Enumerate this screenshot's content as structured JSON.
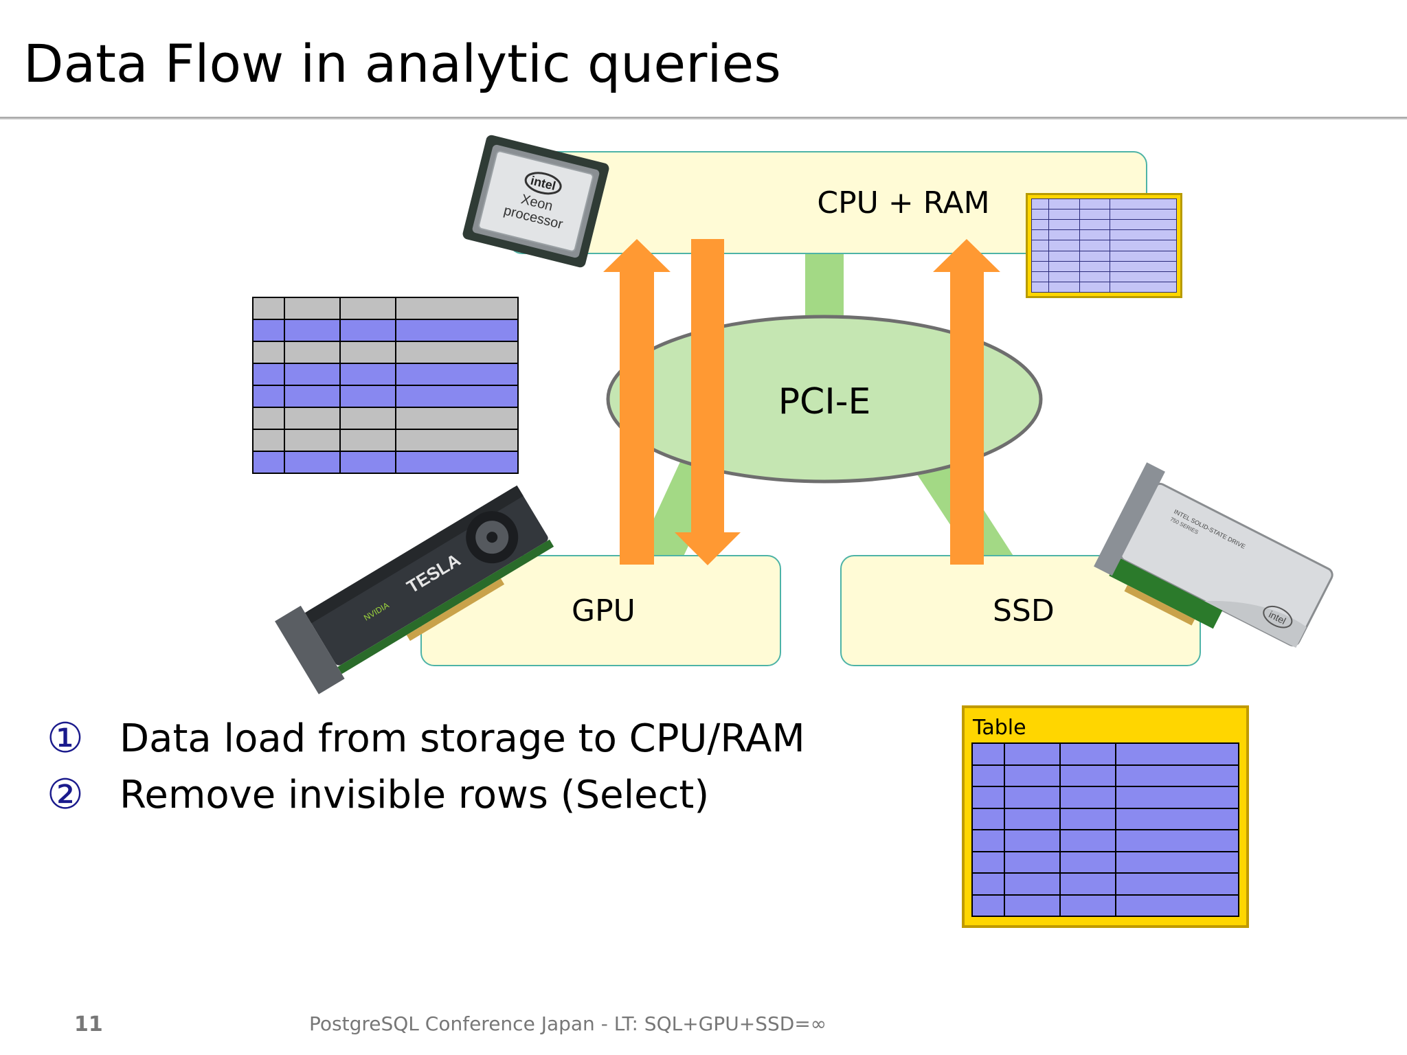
{
  "slide": {
    "title": "Data Flow in analytic queries",
    "page_number": "11",
    "footer": "PostgreSQL Conference Japan - LT: SQL+GPU+SSD=∞"
  },
  "diagram": {
    "cpu_box_label": "CPU + RAM",
    "gpu_box_label": "GPU",
    "ssd_box_label": "SSD",
    "bus_label": "PCI-E",
    "table_label": "Table",
    "cpu_chip_text": [
      "intel",
      "Xeon",
      "processor"
    ],
    "gpu_card_text": [
      "TESLA",
      "NVIDIA"
    ],
    "ssd_card_text": [
      "INTEL SOLID-STATE DRIVE",
      "750 SERIES",
      "intel"
    ],
    "grey_table_rows": [
      "grey",
      "blue",
      "grey",
      "blue",
      "blue",
      "grey",
      "grey",
      "blue"
    ],
    "colors": {
      "box_fill": "#fffbd6",
      "box_border": "#4db3a6",
      "bus_fill": "#c5e6b2",
      "connector": "#a3d985",
      "arrow": "#ff9933",
      "row_blue": "#8888f0",
      "row_grey": "#c0c0c0",
      "table_frame": "#ffd600"
    }
  },
  "steps": [
    {
      "marker": "①",
      "text": "Data load from storage to CPU/RAM"
    },
    {
      "marker": "②",
      "text": "Remove invisible rows (Select)"
    }
  ]
}
